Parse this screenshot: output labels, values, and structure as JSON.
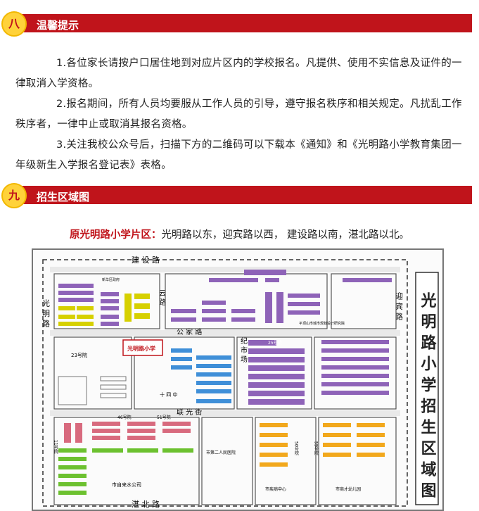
{
  "sections": [
    {
      "num": "八",
      "title": "温馨提示"
    },
    {
      "num": "九",
      "title": "招生区域图"
    }
  ],
  "notices": [
    "1.各位家长请按户口居住地到对应片区内的学校报名。凡提供、使用不实信息及证件的一律取消入学资格。",
    "2.报名期间，所有人员均要服从工作人员的引导，遵守报名秩序和相关规定。凡扰乱工作秩序者，一律中止或取消其报名资格。",
    "3.关注我校公众号后，扫描下方的二维码可以下载本《通知》和《光明路小学教育集团一年级新生入学报名登记表》表格。"
  ],
  "area": {
    "label": "原光明路小学片区：",
    "desc": "光明路以东，迎宾路以西， 建设路以南，湛北路以北。"
  },
  "map": {
    "vertical_title": "光明路小学招生区域图",
    "roads": {
      "top": "建 设 路",
      "left": "光 明 路",
      "right": "迎 宾 路",
      "bottom": "湛 北 路",
      "mid_h": "公 家 路",
      "mid_h2": "联 光 街",
      "v1": "云 路",
      "v2": "纪 市 场"
    },
    "labels": {
      "school": "光明路小学",
      "b23": "23号院",
      "b25": "25号院",
      "b46": "46号院",
      "b51": "51号院",
      "b11": "11号院",
      "b50": "50号院",
      "b55": "55号院",
      "sizhong": "十 四 中",
      "water": "市自来水公司",
      "hospital": "市第二人民医院",
      "kindergarten": "市商才幼儿园",
      "cdc": "市疾病中心",
      "design": "平顶山市城市规划设计研究院",
      "hotel": "新华区政府"
    }
  },
  "colors": {
    "accent": "#c0141b",
    "badge": "#ffd23a",
    "yellow": "#d6d000",
    "purple": "#8e63b8",
    "blue": "#3f8fd8",
    "green": "#6cc12f",
    "orange": "#f2a81c",
    "pink": "#d86a7e"
  }
}
